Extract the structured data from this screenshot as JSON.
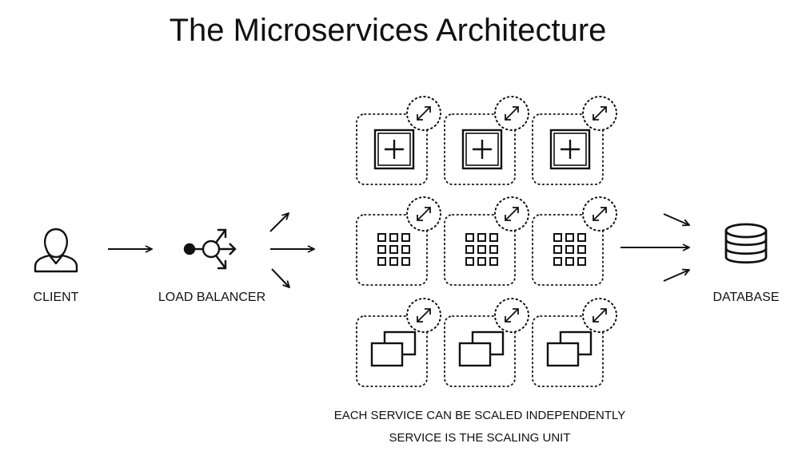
{
  "title": "The Microservices Architecture",
  "nodes": {
    "client": {
      "label": "CLIENT",
      "icon": "person-icon"
    },
    "load_balancer": {
      "label": "LOAD BALANCER",
      "icon": "load-balancer-icon"
    },
    "database": {
      "label": "DATABASE",
      "icon": "database-icon"
    }
  },
  "services": {
    "rows": [
      {
        "icon": "plus-square-icon",
        "count": 3
      },
      {
        "icon": "grid-icon",
        "count": 3
      },
      {
        "icon": "windows-icon",
        "count": 3
      }
    ],
    "scale_icon": "resize-arrows-icon"
  },
  "caption": {
    "line1": "EACH SERVICE CAN BE SCALED INDEPENDENTLY",
    "line2": "SERVICE IS THE SCALING UNIT"
  }
}
